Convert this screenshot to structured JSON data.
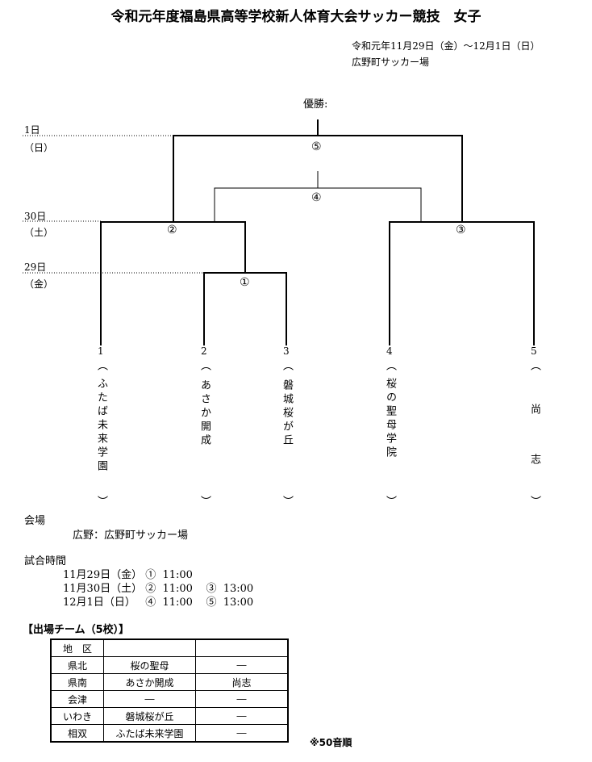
{
  "title": "令和元年度福島県高等学校新人体育大会サッカー競技　女子",
  "dates": "令和元年11月29日（金）～12月1日（日）",
  "venue_header": "広野町サッカー場",
  "champion_label": "優勝:",
  "days": [
    {
      "date": "1日",
      "weekday": "（日）"
    },
    {
      "date": "30日",
      "weekday": "（土）"
    },
    {
      "date": "29日",
      "weekday": "（金）"
    }
  ],
  "matches": [
    "①",
    "②",
    "③",
    "④",
    "⑤"
  ],
  "teams": [
    {
      "no": "1",
      "open": "︵",
      "name": "ふたば未来学園",
      "close": "︶"
    },
    {
      "no": "2",
      "open": "︵",
      "name": "あさか開成",
      "close": "︶"
    },
    {
      "no": "3",
      "open": "︵",
      "name": "磐城桜が丘",
      "close": "︶"
    },
    {
      "no": "4",
      "open": "︵",
      "name": "桜の聖母学院",
      "close": "︶"
    },
    {
      "no": "5",
      "open": "︵",
      "name": "尚　志",
      "close": "︶"
    }
  ],
  "venue_section": {
    "label": "会場",
    "line": "広野：広野町サッカー場"
  },
  "schedule": {
    "label": "試合時間",
    "lines": [
      "11月29日（金） ①  11:00",
      "11月30日（土） ②  11:00    ③  13:00",
      "12月1日（日）   ④  11:00    ⑤  13:00"
    ]
  },
  "participants": {
    "title": "【出場チーム（5校）】",
    "rows": [
      [
        "地　区",
        "",
        ""
      ],
      [
        "県北",
        "桜の聖母",
        "―"
      ],
      [
        "県南",
        "あさか開成",
        "尚志"
      ],
      [
        "会津",
        "―",
        "―"
      ],
      [
        "いわき",
        "磐城桜が丘",
        "―"
      ],
      [
        "相双",
        "ふたば未来学園",
        "―"
      ]
    ]
  },
  "note": "※50音順"
}
